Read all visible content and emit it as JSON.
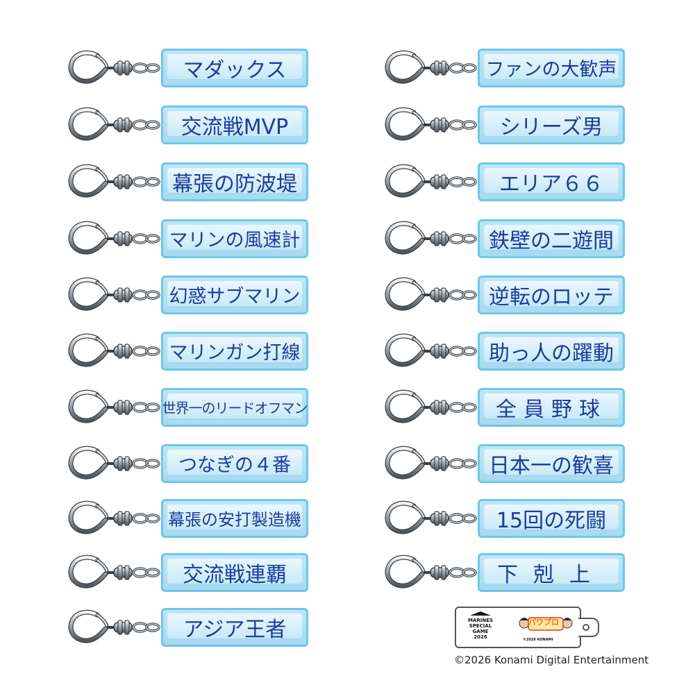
{
  "keychains_left": [
    {
      "label": "マダックス"
    },
    {
      "label": "交流戦MVP"
    },
    {
      "label": "幕張の防波堤"
    },
    {
      "label": "マリンの風速計"
    },
    {
      "label": "幻惑サブマリン"
    },
    {
      "label": "マリンガン打線"
    },
    {
      "label": "世界一のリードオフマン"
    },
    {
      "label": "つなぎの４番"
    },
    {
      "label": "幕張の安打製造機"
    },
    {
      "label": "交流戦連覇"
    },
    {
      "label": "アジア王者"
    }
  ],
  "keychains_right": [
    {
      "label": "ファンの大歓声"
    },
    {
      "label": "シリーズ男"
    },
    {
      "label": "エリア６６"
    },
    {
      "label": "鉄壁の二遊間"
    },
    {
      "label": "逆転のロッテ"
    },
    {
      "label": "助っ人の躍動"
    },
    {
      "label": "全員野球"
    },
    {
      "label": "日本一の歓喜"
    },
    {
      "label": "15回の死闘"
    },
    {
      "label": "下剋上"
    }
  ],
  "bonus_item": {
    "logo_lines": [
      "MARINES",
      "SPECIAL",
      "GAME",
      "2026"
    ],
    "brand_text": "パワプロ",
    "copyright_small": "©2026 KONAMI"
  },
  "copyright": "©2026 Konami Digital Entertainment"
}
